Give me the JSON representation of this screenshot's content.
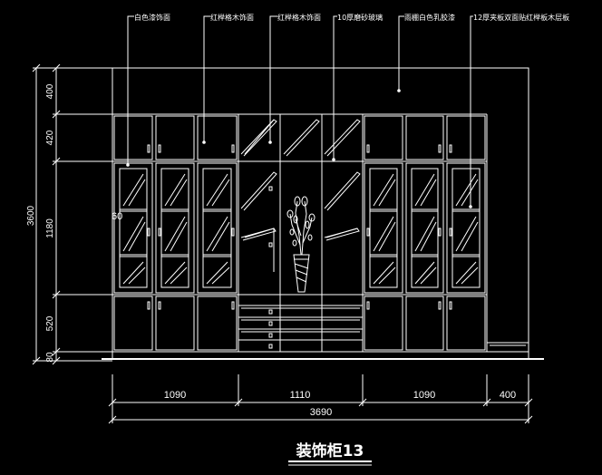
{
  "title": "装饰柜13",
  "annotations": [
    "白色漆饰面",
    "红榉格木饰面",
    "红榉格木饰面",
    "10厚磨砂玻璃",
    "雨棚白色乳胶漆",
    "12厚夹板双面贴红榉板木层板"
  ],
  "vertical_dimensions": {
    "total": "3600",
    "segments": [
      "400",
      "420",
      "1180",
      "520",
      "80"
    ]
  },
  "horizontal_dimensions": {
    "segments": [
      "1090",
      "1110",
      "1090",
      "400"
    ],
    "total": "3690"
  },
  "side_label": "60",
  "colors": {
    "background": "#000000",
    "line": "#ffffff",
    "accent": "#ff0000"
  }
}
